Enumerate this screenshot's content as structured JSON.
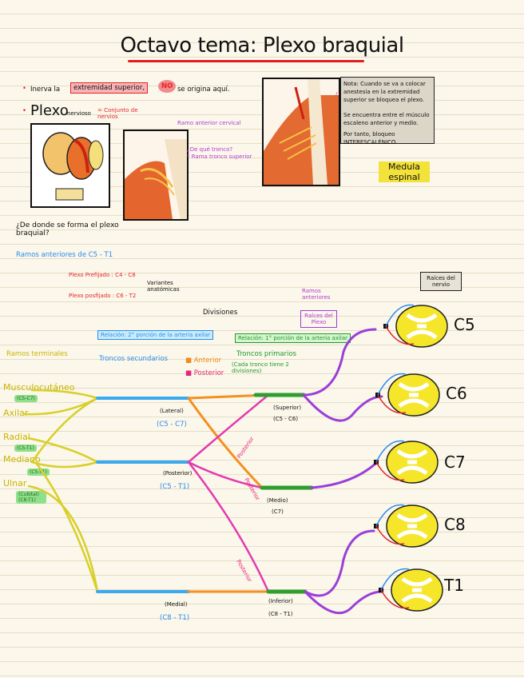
{
  "title": "Octavo tema: Plexo braquial",
  "top_note": {
    "bullet1_a": "Inerva la",
    "bullet1_box": "extremidad superior,",
    "bullet1_no": "NO",
    "bullet1_c": "se origina aquí.",
    "plexo_word": "Plexo",
    "plexo_rest": "nervioso",
    "conjunto": "= Conjunto de nervios",
    "question": "¿De donde se forma el plexo braquial?",
    "ramos": "Ramos anteriores de C5 - T1"
  },
  "variants": {
    "prefijado": "Plexo Prefijado : C4 - C8",
    "posfijado": "Plexo posfijado : C6 - T2",
    "label": "Variantes anatómicas"
  },
  "side_note": {
    "line1": "Nota: Cuando se va a colocar anestesia en la extremidad superior se bloquea el plexo.",
    "line2": "Se encuentra entre el músculo escaleno anterior y medio.",
    "line3": "Por tanto, bloqueo INTERESCALÉNICO."
  },
  "medula": "Medula espinal",
  "raices_nervio": "Raíces del nervio",
  "raices_plexo": "Raíces del Plexo",
  "ramos_anteriores_label": "Ramos anteriores",
  "divisiones": "Divisiones",
  "anterior": "Anterior",
  "posterior": "Posterior",
  "ramos_terminales": "Ramos terminales",
  "troncos_secundarios": "Troncos secundarios",
  "troncos_primarios": "Troncos primarios",
  "troncos_primarios_note": "(Cada tronco tiene 2 divisiones)",
  "box_secundario": "Relación: 2° porción de la arteria axilar",
  "box_primario": "Relación: 1° porción de la arteria axilar",
  "nerves": [
    {
      "name": "Musculocutáneo",
      "roots": "(C5-C7)"
    },
    {
      "name": "Axilar",
      "roots": ""
    },
    {
      "name": "Radial",
      "roots": "(C5-T1)"
    },
    {
      "name": "Mediano",
      "roots": "(C5-T1)"
    },
    {
      "name": "Ulnar",
      "roots": "(Cubital) (C8-T1)"
    }
  ],
  "cords": [
    {
      "name": "(Lateral)",
      "roots": "(C5 - C7)"
    },
    {
      "name": "(Posterior)",
      "roots": "(C5 - T1)"
    },
    {
      "name": "(Medial)",
      "roots": "(C8 - T1)"
    }
  ],
  "trunks": [
    {
      "name": "(Superior)",
      "roots": "(C5 - C6)"
    },
    {
      "name": "(Medio)",
      "roots": "(C7)"
    },
    {
      "name": "(Inferior)",
      "roots": "(C8 - T1)"
    }
  ],
  "segments": [
    "C5",
    "C6",
    "C7",
    "C8",
    "T1"
  ],
  "posterior_labels": [
    "Posterior",
    "Posterior",
    "Posterior"
  ],
  "colors": {
    "yellow": "#d8cf2a",
    "blue": "#3aa9f0",
    "orange": "#f39022",
    "pink": "#e23bb0",
    "green": "#2f9e2f",
    "purple": "#9b3fd8",
    "cord_yellow": "#f6e62a"
  }
}
